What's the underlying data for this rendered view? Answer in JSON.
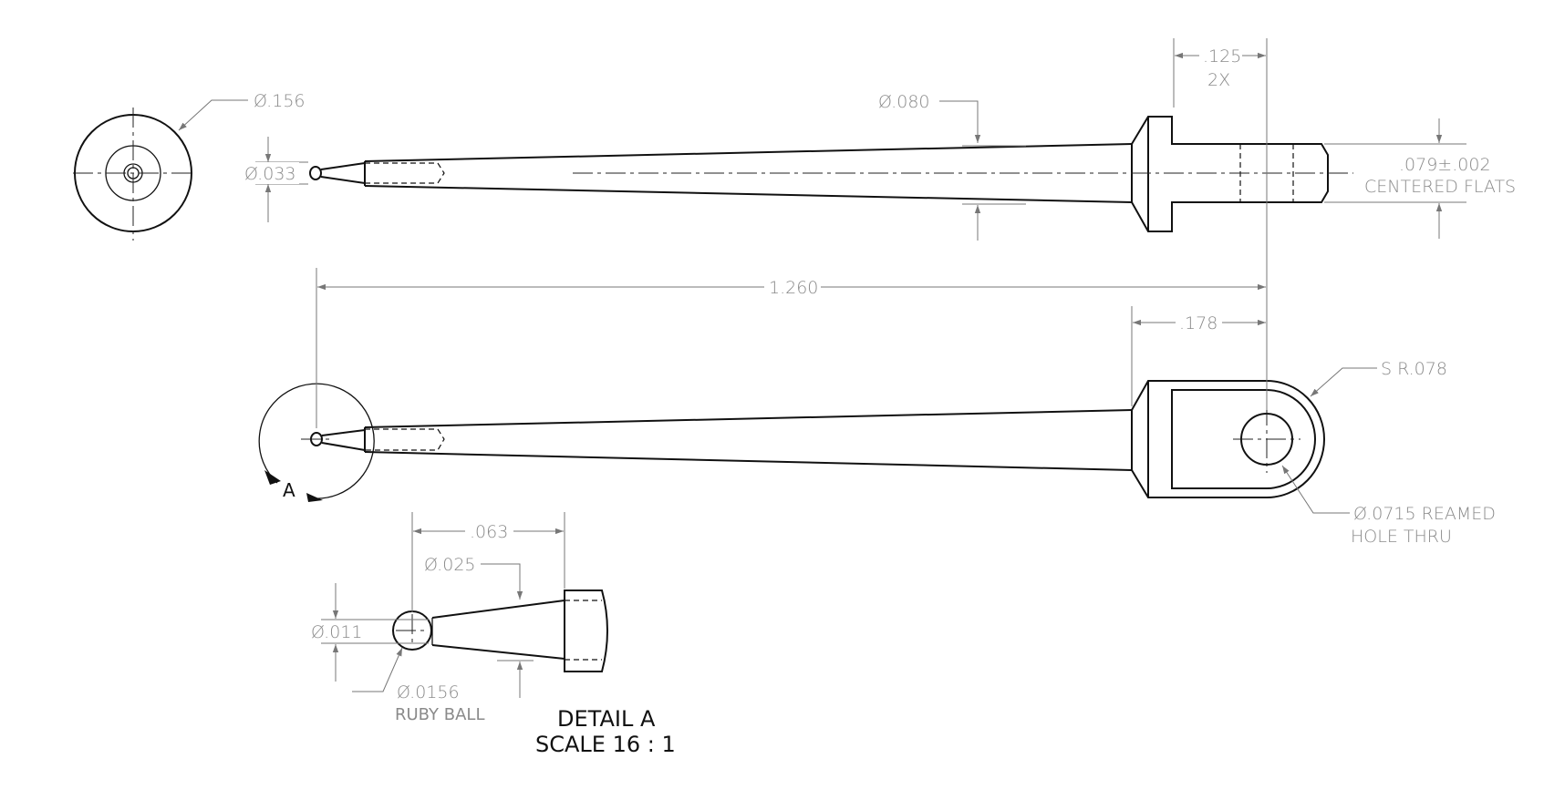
{
  "dimensions": {
    "end_dia": "Ø.156",
    "tip_dia": "Ø.033",
    "shaft_dia": "Ø.080",
    "flats_width": ".125",
    "flats_count": "2X",
    "flats_thickness": ".079±.002",
    "flats_note": "CENTERED FLATS",
    "overall_length": "1.260",
    "hole_offset": ".178",
    "sphere_radius": "S R.078",
    "hole_dia": "Ø.0715 REAMED",
    "hole_note": "HOLE THRU",
    "detail_length": ".063",
    "detail_dia": "Ø.025",
    "detail_small_dia": "Ø.011",
    "ball_dia": "Ø.0156",
    "ball_note": "RUBY BALL"
  },
  "detail": {
    "view_label": "A",
    "title": "DETAIL A",
    "scale": "SCALE 16 : 1"
  }
}
